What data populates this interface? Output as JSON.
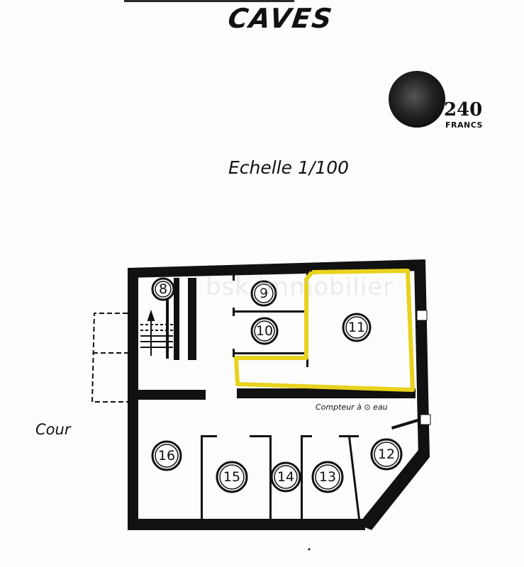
{
  "document": {
    "title": "CAVES",
    "scale_label": "Echelle 1/100",
    "stamp": {
      "value": "240",
      "currency": "FRANCS",
      "icon": "coin-stamp-icon"
    },
    "watermark": "bsk immobilier",
    "labels": {
      "courtyard": "Cour",
      "water_meter": "Compteur à ⊙ eau"
    },
    "highlight_color": "#e8d21d",
    "wall_color": "#111111"
  },
  "floor_plan": {
    "rooms": [
      {
        "number": "8",
        "type": "staircase",
        "highlighted": false
      },
      {
        "number": "9",
        "type": "cellar",
        "highlighted": false
      },
      {
        "number": "10",
        "type": "cellar",
        "highlighted": false
      },
      {
        "number": "11",
        "type": "cellar",
        "highlighted": true
      },
      {
        "number": "12",
        "type": "cellar",
        "highlighted": false
      },
      {
        "number": "13",
        "type": "cellar",
        "highlighted": false
      },
      {
        "number": "14",
        "type": "cellar",
        "highlighted": false
      },
      {
        "number": "15",
        "type": "cellar",
        "highlighted": false
      },
      {
        "number": "16",
        "type": "cellar",
        "highlighted": false
      }
    ]
  }
}
